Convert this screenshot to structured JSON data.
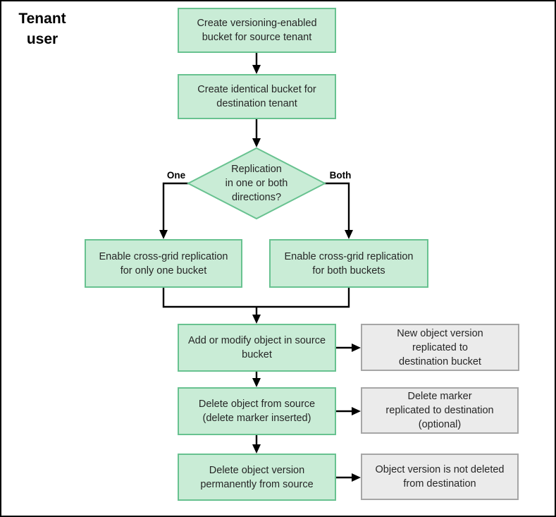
{
  "diagram": {
    "actor_label": "Tenant\nuser",
    "steps": {
      "create_source_bucket": "Create versioning-enabled\nbucket for source tenant",
      "create_destination_bucket": "Create identical bucket for\ndestination tenant",
      "decision": "Replication\nin one or both\ndirections?",
      "branch_one": "One",
      "branch_both": "Both",
      "enable_one_bucket": "Enable cross-grid replication\nfor only one bucket",
      "enable_both_buckets": "Enable cross-grid replication\nfor both buckets",
      "add_modify_object": "Add or modify object in source\nbucket",
      "delete_object_source": "Delete object from source\n(delete marker inserted)",
      "delete_object_version": "Delete object version\npermanently from source"
    },
    "outcomes": {
      "new_version_replicated": "New object version\nreplicated to\ndestination bucket",
      "delete_marker_replicated": "Delete marker\nreplicated to destination\n(optional)",
      "version_not_deleted": "Object version is not deleted\nfrom destination"
    }
  },
  "colors": {
    "process_fill": "#c9ecd6",
    "process_border": "#68c290",
    "outcome_fill": "#ebebeb",
    "outcome_border": "#a6a6a6",
    "connector": "#000000",
    "text": "#262626",
    "actor_text": "#000000"
  }
}
